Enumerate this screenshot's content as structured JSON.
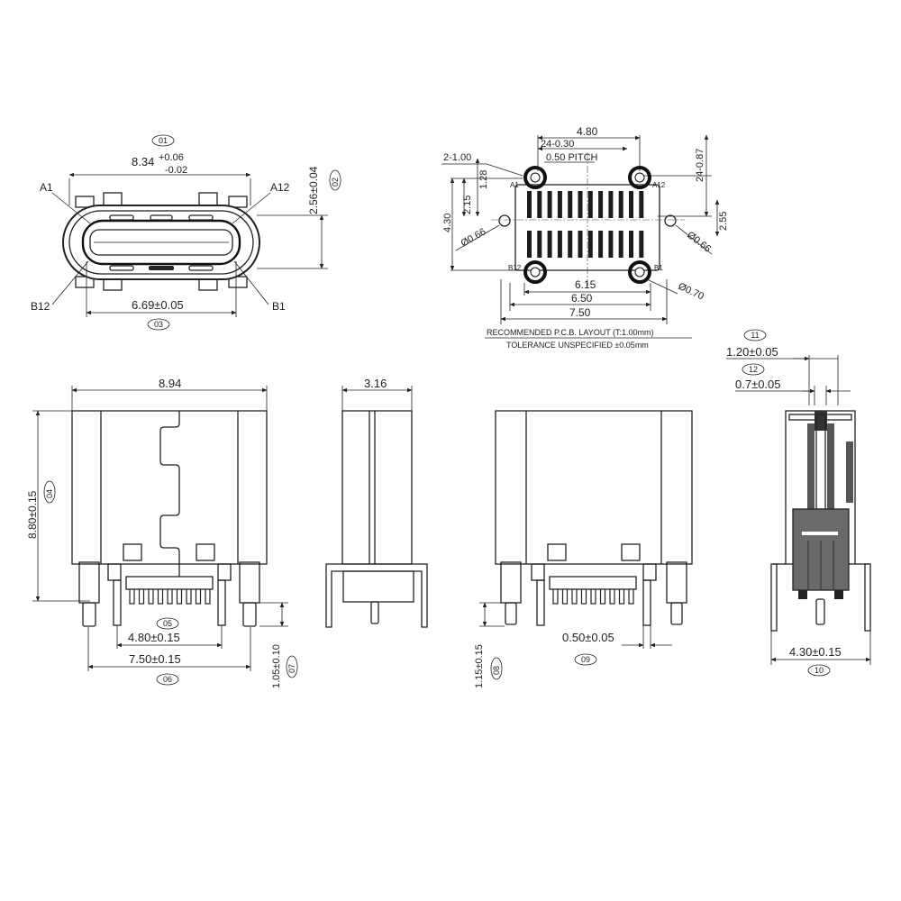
{
  "top_view": {
    "callout_01": "01",
    "width_nominal": "8.34",
    "width_tol_plus": "+0.06",
    "width_tol_minus": "-0.02",
    "height_dim": "2.56±0.04",
    "callout_02": "02",
    "label_a1": "A1",
    "label_a12": "A12",
    "label_b12": "B12",
    "label_b1": "B1",
    "opening_dim": "6.69±0.05",
    "callout_03": "03"
  },
  "pcb_layout": {
    "dim_480": "4.80",
    "dim_24_030": "24-0.30",
    "pitch": "0.50 PITCH",
    "dim_2_100": "2-1.00",
    "dim_128": "1.28",
    "dim_24_087": "24-0.87",
    "dim_215": "2.15",
    "dim_430": "4.30",
    "dim_255": "2.55",
    "hole_left": "Ø0.66",
    "hole_right": "Ø0.66",
    "hole_bottom": "Ø0.70",
    "pin_a1": "A1",
    "pin_a12": "A12",
    "pin_b12": "B12",
    "pin_b1": "B1",
    "dim_615": "6.15",
    "dim_650": "6.50",
    "dim_750": "7.50",
    "note_layout": "RECOMMENDED   P.C.B.  LAYOUT  (T:1.00mm)",
    "note_tolerance": "TOLERANCE  UNSPECIFIED  ±0.05mm"
  },
  "front_view": {
    "width_dim": "8.94",
    "height_dim": "8.80±0.15",
    "callout_04": "04",
    "pins_dim": "4.80±0.15",
    "callout_05": "05",
    "outer_dim": "7.50±0.15",
    "callout_06": "06",
    "leg_dim": "1.05±0.10",
    "callout_07": "07"
  },
  "side_view": {
    "width_dim": "3.16"
  },
  "rear_view": {
    "leg_dim": "1.15±0.15",
    "callout_08": "08",
    "pitch_dim": "0.50±0.05",
    "callout_09": "09"
  },
  "section_view": {
    "callout_11": "11",
    "dim_11": "1.20±0.05",
    "callout_12": "12",
    "dim_12": "0.7±0.05",
    "width_dim": "4.30±0.15",
    "callout_10": "10"
  }
}
